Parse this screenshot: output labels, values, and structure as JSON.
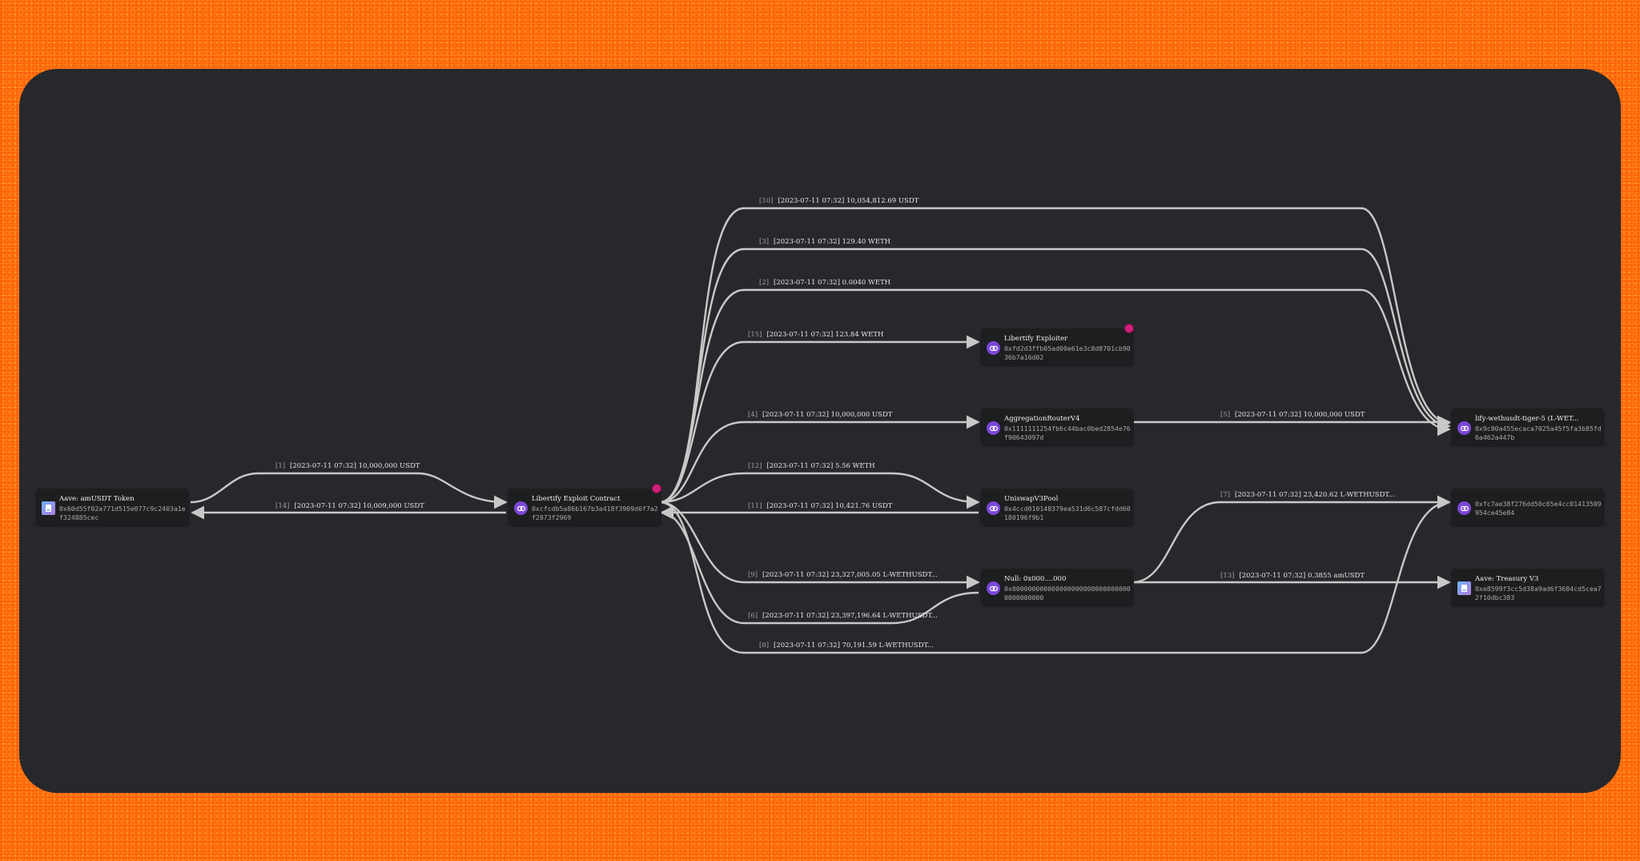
{
  "nodes": [
    {
      "id": "amusdt",
      "title": "Aave: amUSDT Token",
      "address": "0x60d55f02a771d515e077c9c2403a1ef324885cec",
      "icon": "token-icon"
    },
    {
      "id": "libertify",
      "title": "Libertify Exploit Contract",
      "address": "0xcfcdb5a86b167b3a418f3909d6f7a2f2873f2969",
      "icon": "contract-icon",
      "flagged": true
    },
    {
      "id": "exploiter",
      "title": "Libertify Exploiter",
      "address": "0xfd2d3ffb05ad00e61e3c8d8701cb9036b7a16d02",
      "icon": "contract-icon",
      "flagged": true
    },
    {
      "id": "router",
      "title": "AggregationRouterV4",
      "address": "0x1111111254fb6c44bac0bed2854e76f90643097d",
      "icon": "contract-icon"
    },
    {
      "id": "uniswap",
      "title": "UniswapV3Pool",
      "address": "0x4ccd010148379ea531d6c587cfdd60180196f9b1",
      "icon": "contract-icon"
    },
    {
      "id": "null",
      "title": "Null: 0x000....000",
      "address": "0x0000000000000000000000000000000000000000",
      "icon": "contract-icon"
    },
    {
      "id": "lify",
      "title": "lify-wethusdt-tiger-5 (L-WET...",
      "address": "0x9c80a455ecaca7025a45f5fa3b85fd6a462a447b",
      "icon": "contract-icon"
    },
    {
      "id": "fc7a",
      "title": "",
      "address": "0xfc7ae38f276dd50c65e4cc01413509954ce45e84",
      "icon": "contract-icon"
    },
    {
      "id": "treasury",
      "title": "Aave: Treasury V3",
      "address": "0xe8599f3cc5d38a9ad6f3684cd5cea72f10dbc383",
      "icon": "token-icon"
    }
  ],
  "edges": [
    {
      "id": "e1",
      "index": "[1]",
      "label": "[2023-07-11 07:32] 10,000,000 USDT"
    },
    {
      "id": "e14",
      "index": "[14]",
      "label": "[2023-07-11 07:32] 10,009,000 USDT"
    },
    {
      "id": "e10",
      "index": "[10]",
      "label": "[2023-07-11 07:32] 10,054,812.69 USDT"
    },
    {
      "id": "e3",
      "index": "[3]",
      "label": "[2023-07-11 07:32] 129.40 WETH"
    },
    {
      "id": "e2",
      "index": "[2]",
      "label": "[2023-07-11 07:32] 0.0040 WETH"
    },
    {
      "id": "e15",
      "index": "[15]",
      "label": "[2023-07-11 07:32] 123.84 WETH"
    },
    {
      "id": "e4",
      "index": "[4]",
      "label": "[2023-07-11 07:32] 10,000,000 USDT"
    },
    {
      "id": "e12",
      "index": "[12]",
      "label": "[2023-07-11 07:32] 5.56 WETH"
    },
    {
      "id": "e11",
      "index": "[11]",
      "label": "[2023-07-11 07:32] 10,421.76 USDT"
    },
    {
      "id": "e9",
      "index": "[9]",
      "label": "[2023-07-11 07:32] 23,327,005.05 L-WETHUSDT..."
    },
    {
      "id": "e6",
      "index": "[6]",
      "label": "[2023-07-11 07:32] 23,397,196.64 L-WETHUSDT..."
    },
    {
      "id": "e8",
      "index": "[8]",
      "label": "[2023-07-11 07:32] 70,191.59 L-WETHUSDT..."
    },
    {
      "id": "e5",
      "index": "[5]",
      "label": "[2023-07-11 07:32] 10,000,000 USDT"
    },
    {
      "id": "e7",
      "index": "[7]",
      "label": "[2023-07-11 07:32] 23,420.62 L-WETHUSDT..."
    },
    {
      "id": "e13",
      "index": "[13]",
      "label": "[2023-07-11 07:32] 0.3855 amUSDT"
    }
  ],
  "colors": {
    "background": "#ff7a12",
    "canvas": "#27282b",
    "node": "#1d1e20",
    "edge": "#c8c8c8",
    "contract_icon": "#7b46d9",
    "flag": "#d1207a"
  }
}
